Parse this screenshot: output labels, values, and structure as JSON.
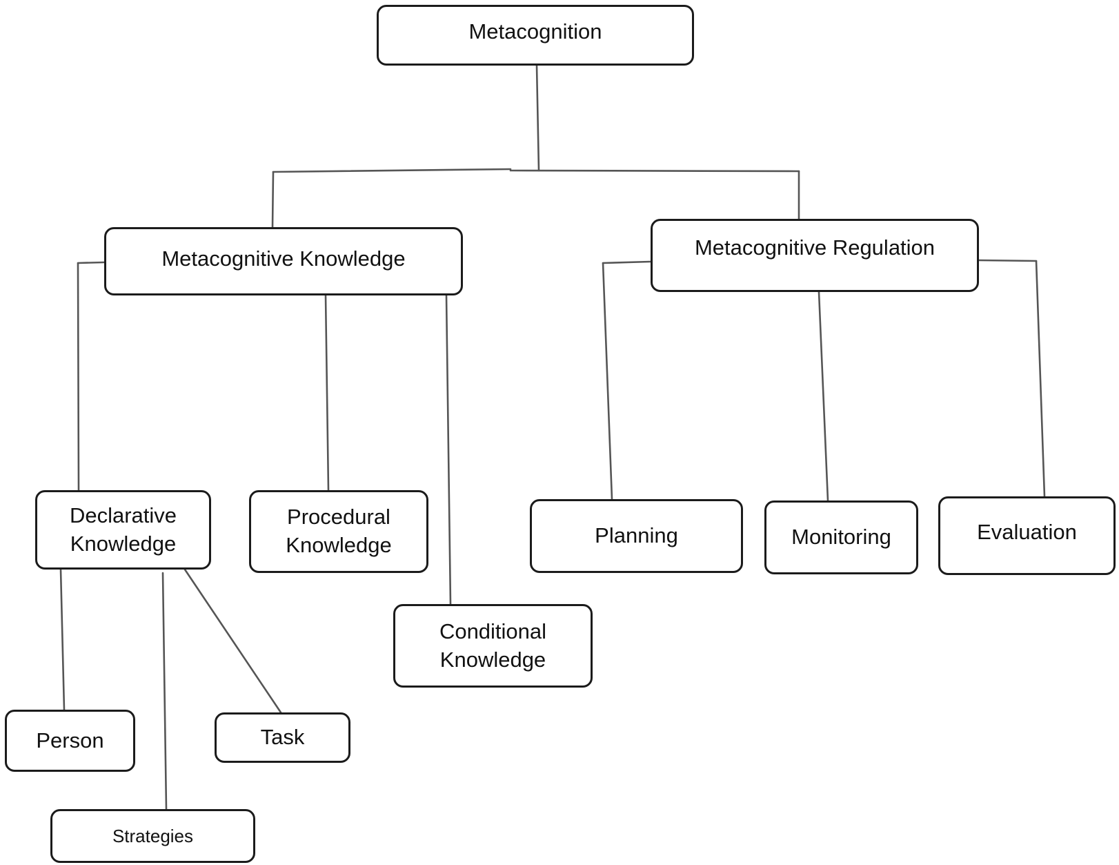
{
  "diagram": {
    "type": "hierarchy",
    "nodes": [
      {
        "id": "n-root",
        "label": "Metacognition"
      },
      {
        "id": "n-mk",
        "label": "Metacognitive Knowledge"
      },
      {
        "id": "n-mr",
        "label": "Metacognitive Regulation"
      },
      {
        "id": "n-dk",
        "label": "Declarative\nKnowledge"
      },
      {
        "id": "n-pk",
        "label": "Procedural\nKnowledge"
      },
      {
        "id": "n-ck",
        "label": "Conditional\nKnowledge"
      },
      {
        "id": "n-plan",
        "label": "Planning"
      },
      {
        "id": "n-mon",
        "label": "Monitoring"
      },
      {
        "id": "n-eval",
        "label": "Evaluation"
      },
      {
        "id": "n-person",
        "label": "Person"
      },
      {
        "id": "n-task",
        "label": "Task"
      },
      {
        "id": "n-strat",
        "label": "Strategies"
      }
    ],
    "edges": [
      {
        "from": "n-root",
        "to": "n-mk"
      },
      {
        "from": "n-root",
        "to": "n-mr"
      },
      {
        "from": "n-mk",
        "to": "n-dk"
      },
      {
        "from": "n-mk",
        "to": "n-pk"
      },
      {
        "from": "n-mk",
        "to": "n-ck"
      },
      {
        "from": "n-mr",
        "to": "n-plan"
      },
      {
        "from": "n-mr",
        "to": "n-mon"
      },
      {
        "from": "n-mr",
        "to": "n-eval"
      },
      {
        "from": "n-dk",
        "to": "n-person"
      },
      {
        "from": "n-dk",
        "to": "n-strat"
      },
      {
        "from": "n-dk",
        "to": "n-task"
      }
    ]
  }
}
